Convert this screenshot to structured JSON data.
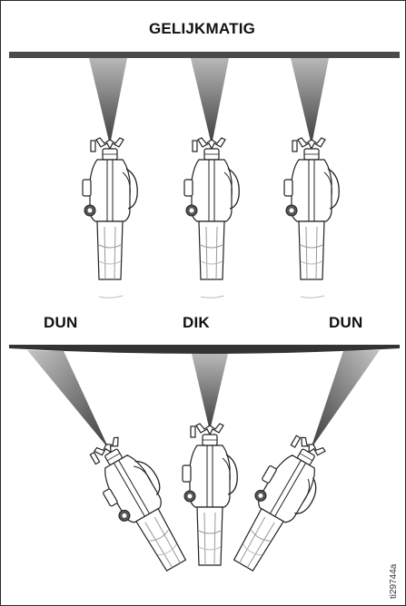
{
  "top_section": {
    "title": "GELIJKMATIG"
  },
  "bottom_section": {
    "labels": {
      "left": "DUN",
      "center": "DIK",
      "right": "DUN"
    }
  },
  "figure_code": "ti29744a",
  "colors": {
    "bar": "#4a4a4a",
    "spray": "#8a8a8a",
    "line": "#222222"
  }
}
